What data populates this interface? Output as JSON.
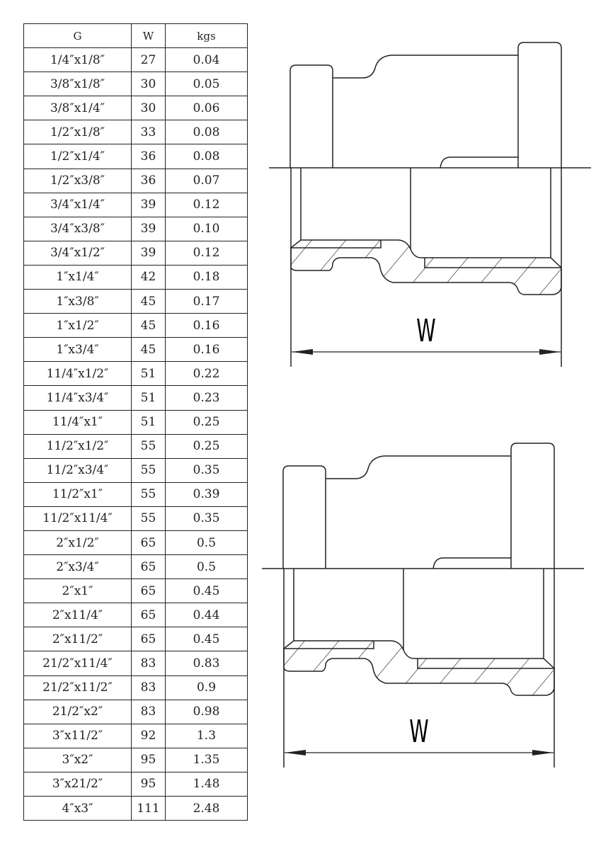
{
  "table": {
    "headers": [
      "G",
      "W",
      "kgs"
    ],
    "rows": [
      [
        "1/4″x1/8″",
        "27",
        "0.04"
      ],
      [
        "3/8″x1/8″",
        "30",
        "0.05"
      ],
      [
        "3/8″x1/4″",
        "30",
        "0.06"
      ],
      [
        "1/2″x1/8″",
        "33",
        "0.08"
      ],
      [
        "1/2″x1/4″",
        "36",
        "0.08"
      ],
      [
        "1/2″x3/8″",
        "36",
        "0.07"
      ],
      [
        "3/4″x1/4″",
        "39",
        "0.12"
      ],
      [
        "3/4″x3/8″",
        "39",
        "0.10"
      ],
      [
        "3/4″x1/2″",
        "39",
        "0.12"
      ],
      [
        "1″x1/4″",
        "42",
        "0.18"
      ],
      [
        "1″x3/8″",
        "45",
        "0.17"
      ],
      [
        "1″x1/2″",
        "45",
        "0.16"
      ],
      [
        "1″x3/4″",
        "45",
        "0.16"
      ],
      [
        "11/4″x1/2″",
        "51",
        "0.22"
      ],
      [
        "11/4″x3/4″",
        "51",
        "0.23"
      ],
      [
        "11/4″x1″",
        "51",
        "0.25"
      ],
      [
        "11/2″x1/2″",
        "55",
        "0.25"
      ],
      [
        "11/2″x3/4″",
        "55",
        "0.35"
      ],
      [
        "11/2″x1″",
        "55",
        "0.39"
      ],
      [
        "11/2″x11/4″",
        "55",
        "0.35"
      ],
      [
        "2″x1/2″",
        "65",
        "0.5"
      ],
      [
        "2″x3/4″",
        "65",
        "0.5"
      ],
      [
        "2″x1″",
        "65",
        "0.45"
      ],
      [
        "2″x11/4″",
        "65",
        "0.44"
      ],
      [
        "2″x11/2″",
        "65",
        "0.45"
      ],
      [
        "21/2″x11/4″",
        "83",
        "0.83"
      ],
      [
        "21/2″x11/2″",
        "83",
        "0.9"
      ],
      [
        "21/2″x2″",
        "83",
        "0.98"
      ],
      [
        "3″x11/2″",
        "92",
        "1.3"
      ],
      [
        "3″x2″",
        "95",
        "1.35"
      ],
      [
        "3″x21/2″",
        "95",
        "1.48"
      ],
      [
        "4″x3″",
        "111",
        "2.48"
      ]
    ]
  },
  "diagrams": [
    {
      "dimension_label": "W"
    },
    {
      "dimension_label": "W"
    }
  ]
}
